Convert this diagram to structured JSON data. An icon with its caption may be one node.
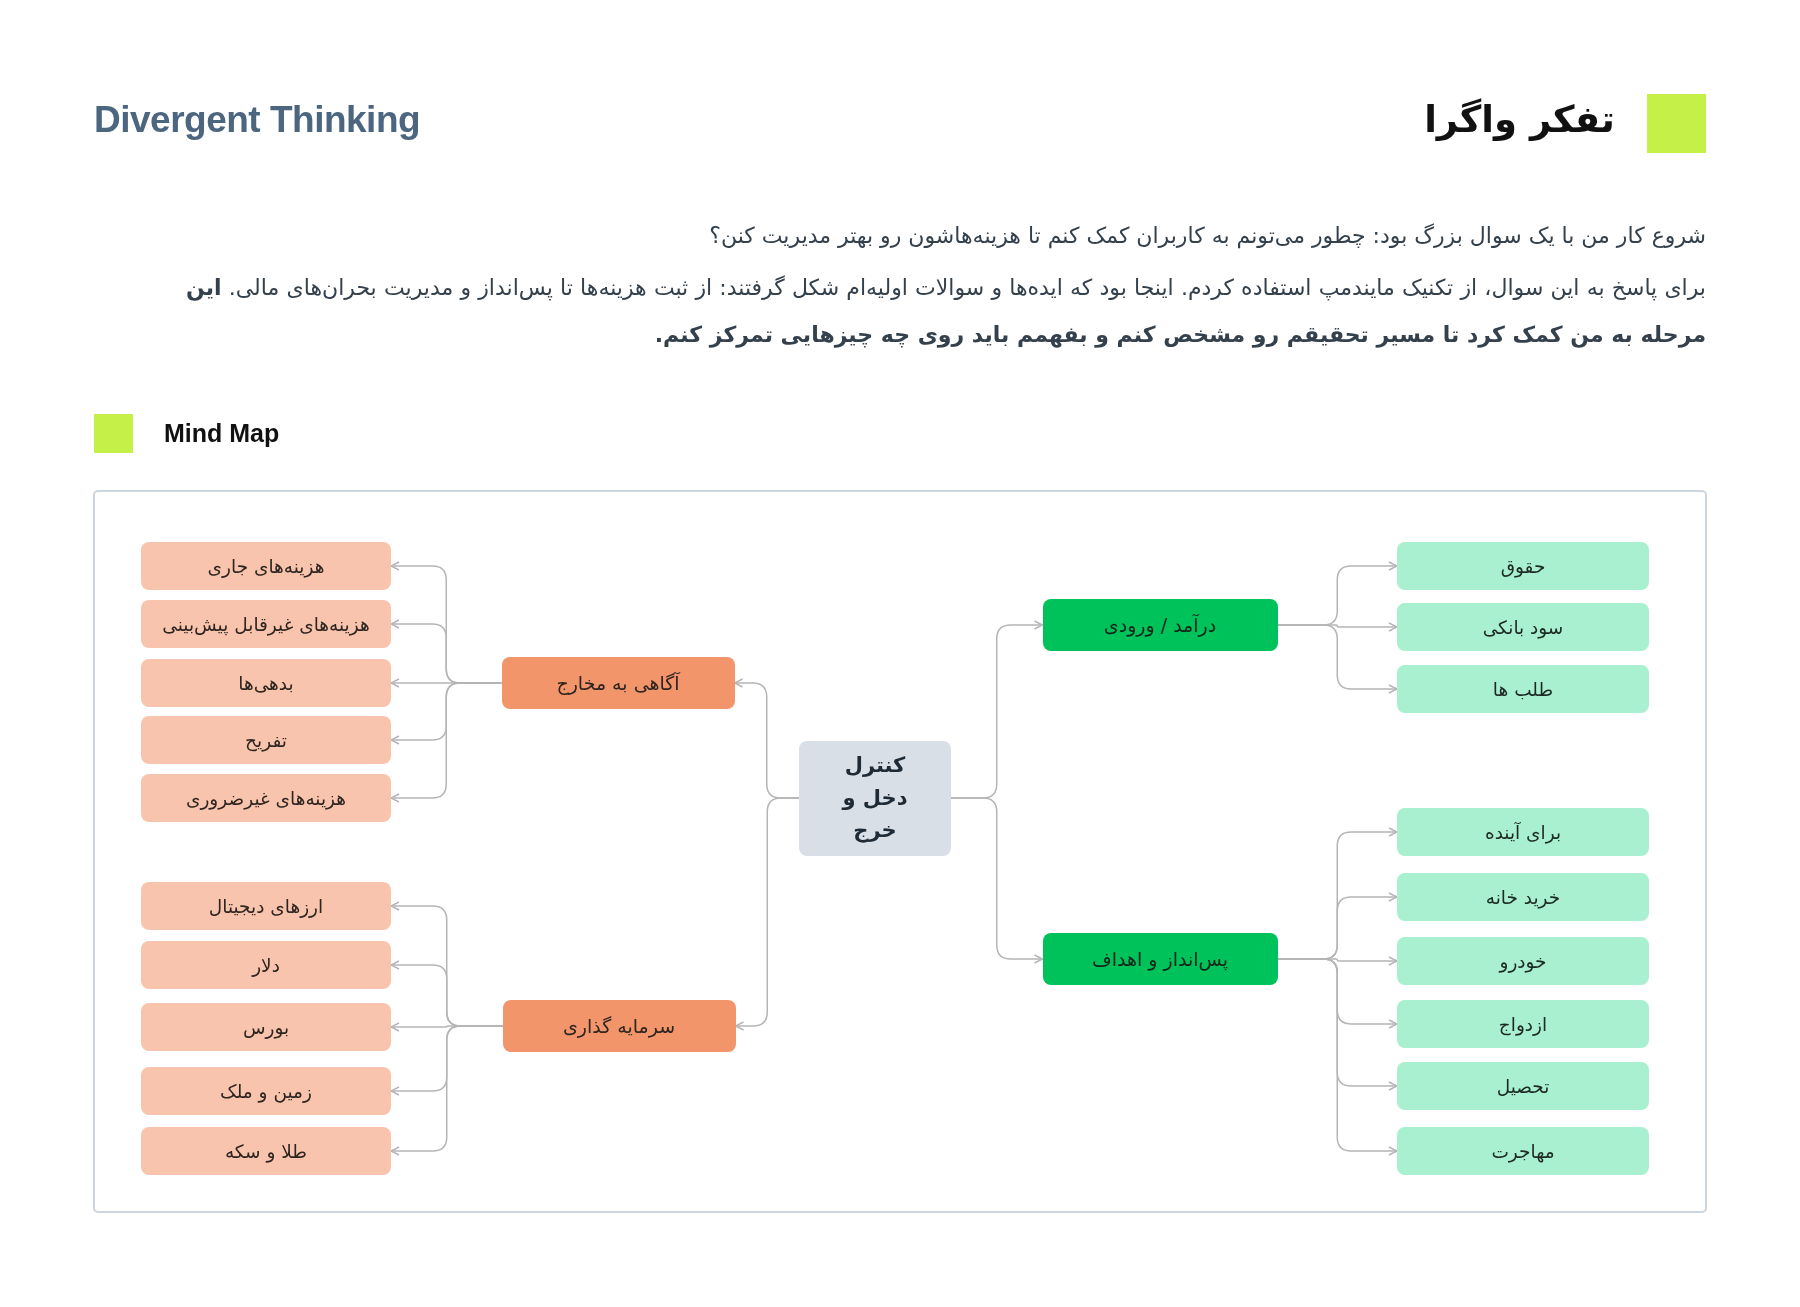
{
  "diagram": {
    "title": "تفکر واگرا",
    "nodes": [
      {
        "text": [
          "کنترل دخل و خرج"
        ]
      },
      {
        "text": [
          "آگاهی به مخارج"
        ]
      },
      {
        "text": [
          "سرمایه گذاری"
        ]
      },
      {
        "text": [
          "درآمد / ورودی"
        ]
      },
      {
        "text": [
          "پس‌انداز و اهداف"
        ]
      },
      {
        "text": [
          "هزینه‌های جاری"
        ]
      },
      {
        "text": [
          "هزینه‌های غیرقابل پیش‌بینی"
        ]
      },
      {
        "text": [
          "بدهی‌ها"
        ]
      },
      {
        "text": [
          "تفریح"
        ]
      },
      {
        "text": [
          "هزینه‌های غیرضروری"
        ]
      },
      {
        "text": [
          "ارزهای دیجیتال"
        ]
      },
      {
        "text": [
          "دلار"
        ]
      },
      {
        "text": [
          "بورس"
        ]
      },
      {
        "text": [
          "زمین و ملک"
        ]
      },
      {
        "text": [
          "طلا و سکه"
        ]
      },
      {
        "text": [
          "حقوق"
        ]
      },
      {
        "text": [
          "سود بانکی"
        ]
      },
      {
        "text": [
          "طلب ها"
        ]
      },
      {
        "text": [
          "برای آینده"
        ]
      },
      {
        "text": [
          "خرید خانه"
        ]
      },
      {
        "text": [
          "خودرو"
        ]
      },
      {
        "text": [
          "ازدواج"
        ]
      },
      {
        "text": [
          "تحصیل"
        ]
      },
      {
        "text": [
          "مهاجرت"
        ]
      }
    ],
    "edges": [
      {
        "from": 0,
        "to": 1,
        "arrow": "to"
      },
      {
        "from": 0,
        "to": 2,
        "arrow": "to"
      },
      {
        "from": 0,
        "to": 3,
        "arrow": "to"
      },
      {
        "from": 0,
        "to": 4,
        "arrow": "to"
      },
      {
        "from": 1,
        "to": 5,
        "arrow": "to"
      },
      {
        "from": 1,
        "to": 6,
        "arrow": "to"
      },
      {
        "from": 1,
        "to": 7,
        "arrow": "to"
      },
      {
        "from": 1,
        "to": 8,
        "arrow": "to"
      },
      {
        "from": 1,
        "to": 9,
        "arrow": "to"
      },
      {
        "from": 2,
        "to": 10,
        "arrow": "to"
      },
      {
        "from": 2,
        "to": 11,
        "arrow": "to"
      },
      {
        "from": 2,
        "to": 12,
        "arrow": "to"
      },
      {
        "from": 2,
        "to": 13,
        "arrow": "to"
      },
      {
        "from": 2,
        "to": 14,
        "arrow": "to"
      },
      {
        "from": 3,
        "to": 15,
        "arrow": "to"
      },
      {
        "from": 3,
        "to": 16,
        "arrow": "to"
      },
      {
        "from": 3,
        "to": 17,
        "arrow": "to"
      },
      {
        "from": 4,
        "to": 18,
        "arrow": "to"
      },
      {
        "from": 4,
        "to": 19,
        "arrow": "to"
      },
      {
        "from": 4,
        "to": 20,
        "arrow": "to"
      },
      {
        "from": 4,
        "to": 21,
        "arrow": "to"
      },
      {
        "from": 4,
        "to": 22,
        "arrow": "to"
      },
      {
        "from": 4,
        "to": 23,
        "arrow": "to"
      }
    ],
    "labels": [
      "Divergent Thinking",
      "شروع کار من با یک سوال بزرگ بود: چطور می‌تونم به کاربران کمک کنم تا هزینه‌هاشون رو بهتر مدیریت کنن؟",
      "برای پاسخ به این سوال، از تکنیک مایندمپ استفاده کردم. اینجا بود که ایده‌ها و سوالات اولیه‌ام شکل گرفتند: از ثبت هزینه‌ها تا پس‌انداز و مدیریت بحران‌های مالی. **این مرحله به من کمک کرد تا مسیر تحقیقم رو مشخص کنم و بفهمم باید روی چه چیزهایی تمرکز کنم.**",
      "Mind Map"
    ]
  }
}
